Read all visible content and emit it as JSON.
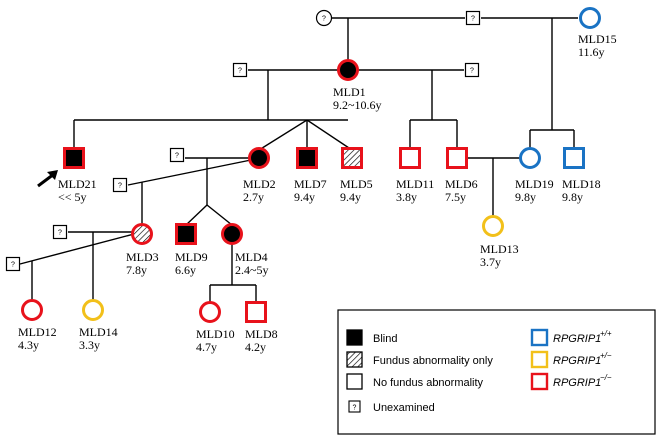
{
  "colors": {
    "wildtype": "#1a73c4",
    "heterozygous": "#f2c01a",
    "homozygous": "#e8121b",
    "line": "#000000"
  },
  "unexamined_mark": "?",
  "individuals": [
    {
      "id": "MLD1",
      "age": "9.2~10.6y",
      "sex": "female",
      "phenotype": "blind",
      "genotype": "homozygous"
    },
    {
      "id": "MLD15",
      "age": "11.6y",
      "sex": "female",
      "phenotype": "normal",
      "genotype": "wildtype"
    },
    {
      "id": "MLD21",
      "age": "<< 5y",
      "sex": "male",
      "phenotype": "blind",
      "genotype": "homozygous",
      "proband": true
    },
    {
      "id": "MLD2",
      "age": "2.7y",
      "sex": "female",
      "phenotype": "blind",
      "genotype": "homozygous"
    },
    {
      "id": "MLD7",
      "age": "9.4y",
      "sex": "male",
      "phenotype": "blind",
      "genotype": "homozygous"
    },
    {
      "id": "MLD5",
      "age": "9.4y",
      "sex": "male",
      "phenotype": "fundus",
      "genotype": "homozygous"
    },
    {
      "id": "MLD11",
      "age": "3.8y",
      "sex": "male",
      "phenotype": "normal",
      "genotype": "homozygous"
    },
    {
      "id": "MLD6",
      "age": "7.5y",
      "sex": "male",
      "phenotype": "normal",
      "genotype": "homozygous"
    },
    {
      "id": "MLD19",
      "age": "9.8y",
      "sex": "female",
      "phenotype": "normal",
      "genotype": "wildtype"
    },
    {
      "id": "MLD18",
      "age": "9.8y",
      "sex": "male",
      "phenotype": "normal",
      "genotype": "wildtype"
    },
    {
      "id": "MLD3",
      "age": "7.8y",
      "sex": "female",
      "phenotype": "fundus",
      "genotype": "homozygous"
    },
    {
      "id": "MLD9",
      "age": "6.6y",
      "sex": "male",
      "phenotype": "blind",
      "genotype": "homozygous"
    },
    {
      "id": "MLD4",
      "age": "2.4~5y",
      "sex": "female",
      "phenotype": "blind",
      "genotype": "homozygous"
    },
    {
      "id": "MLD13",
      "age": "3.7y",
      "sex": "female",
      "phenotype": "normal",
      "genotype": "heterozygous"
    },
    {
      "id": "MLD12",
      "age": "4.3y",
      "sex": "female",
      "phenotype": "normal",
      "genotype": "homozygous"
    },
    {
      "id": "MLD14",
      "age": "3.3y",
      "sex": "female",
      "phenotype": "normal",
      "genotype": "heterozygous"
    },
    {
      "id": "MLD10",
      "age": "4.7y",
      "sex": "female",
      "phenotype": "normal",
      "genotype": "homozygous"
    },
    {
      "id": "MLD8",
      "age": "4.2y",
      "sex": "male",
      "phenotype": "normal",
      "genotype": "homozygous"
    }
  ],
  "legend": {
    "phenotype": [
      {
        "key": "blind",
        "label": "Blind"
      },
      {
        "key": "fundus",
        "label": "Fundus abnormality only"
      },
      {
        "key": "normal",
        "label": "No fundus abnormality"
      },
      {
        "key": "unexamined",
        "label": "Unexamined"
      }
    ],
    "genotype": [
      {
        "key": "wildtype",
        "gene": "RPGRIP1",
        "sup": "+/+"
      },
      {
        "key": "heterozygous",
        "gene": "RPGRIP1",
        "sup": "+/−"
      },
      {
        "key": "homozygous",
        "gene": "RPGRIP1",
        "sup": "−/−"
      }
    ]
  }
}
